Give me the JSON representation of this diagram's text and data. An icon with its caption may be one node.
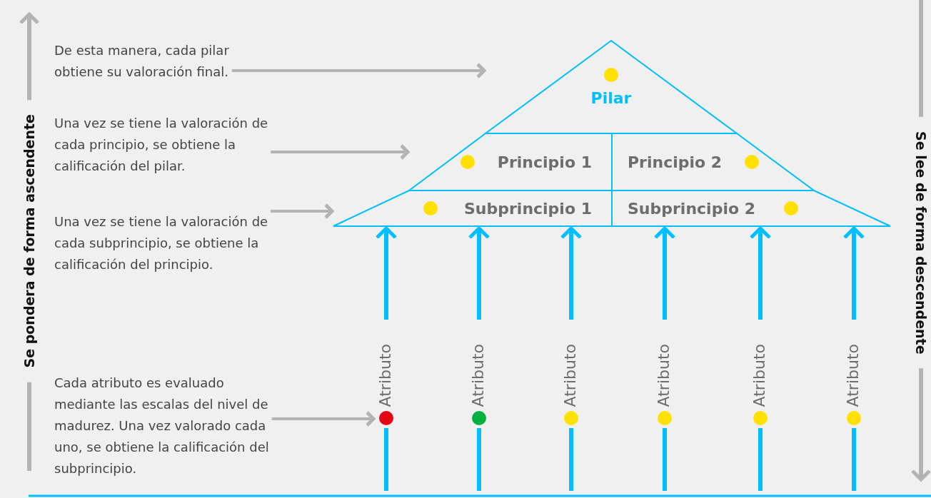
{
  "diagram": {
    "nodes": [
      {
        "text": [
          "Pilar"
        ]
      },
      {
        "text": [
          "Principio 1"
        ]
      },
      {
        "text": [
          "Principio 2"
        ]
      },
      {
        "text": [
          "Subprincipio 1"
        ]
      },
      {
        "text": [
          "Subprincipio 2"
        ]
      },
      {
        "text": [
          "Atributo"
        ]
      },
      {
        "text": [
          "Atributo"
        ]
      },
      {
        "text": [
          "Atributo"
        ]
      },
      {
        "text": [
          "Atributo"
        ]
      },
      {
        "text": [
          "Atributo"
        ]
      },
      {
        "text": [
          "Atributo"
        ]
      },
      {
        "text": [
          "De esta manera, cada pilar obtiene su valoración final."
        ]
      },
      {
        "text": [
          "Una vez se tiene la valoración de cada principio, se obtiene la calificación del pilar."
        ]
      },
      {
        "text": [
          "Una vez se tiene la valoración de cada subprincipio, se obtiene la calificación del principio."
        ]
      },
      {
        "text": [
          "Cada atributo es evaluado mediante las escalas del nivel de madurez. Una vez valorado cada uno, se obtiene la calificación del subprincipio."
        ]
      }
    ],
    "edges": [
      {
        "from": 5,
        "to": 3,
        "arrow": "to"
      },
      {
        "from": 6,
        "to": 3,
        "arrow": "to"
      },
      {
        "from": 7,
        "to": 3,
        "arrow": "to"
      },
      {
        "from": 8,
        "to": 4,
        "arrow": "to"
      },
      {
        "from": 9,
        "to": 4,
        "arrow": "to"
      },
      {
        "from": 10,
        "to": 4,
        "arrow": "to"
      },
      {
        "from": 11,
        "to": 0,
        "arrow": "to",
        "color": "#b3b3b3"
      },
      {
        "from": 12,
        "to": 1,
        "arrow": "to",
        "color": "#b3b3b3"
      },
      {
        "from": 13,
        "to": 3,
        "arrow": "to",
        "color": "#b3b3b3"
      },
      {
        "from": 14,
        "to": 5,
        "arrow": "to",
        "color": "#b3b3b3"
      }
    ],
    "labels": [
      "Se pondera de forma ascendente",
      "Se lee de forma descendente"
    ]
  }
}
